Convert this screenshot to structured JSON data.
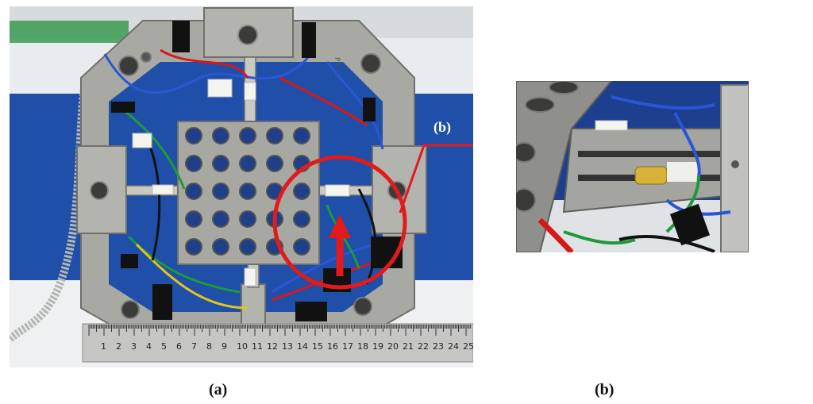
{
  "figure": {
    "captions": {
      "a": "(a)",
      "b": "(b)"
    },
    "photo_a": {
      "callout_label": "(b)",
      "ruler_numbers": [
        "1",
        "2",
        "3",
        "4",
        "5",
        "6",
        "7",
        "8",
        "9",
        "10",
        "11",
        "12",
        "13",
        "14",
        "15",
        "16",
        "17",
        "18",
        "19",
        "20",
        "21",
        "22",
        "23",
        "24",
        "25",
        "2"
      ],
      "plate_stamp": "P4 35"
    }
  },
  "colors": {
    "background": "#ffffff",
    "wall_blue": "#1f4fa8",
    "wall_white": "#e9ecef",
    "steel": "#a9a9a4",
    "steel_dark": "#6f706c",
    "annotation_red": "#e11b1b",
    "wire_blue": "#2a56d6",
    "wire_red": "#d81818",
    "wire_green": "#1e9a3a",
    "wire_yellow": "#e0c51a"
  }
}
